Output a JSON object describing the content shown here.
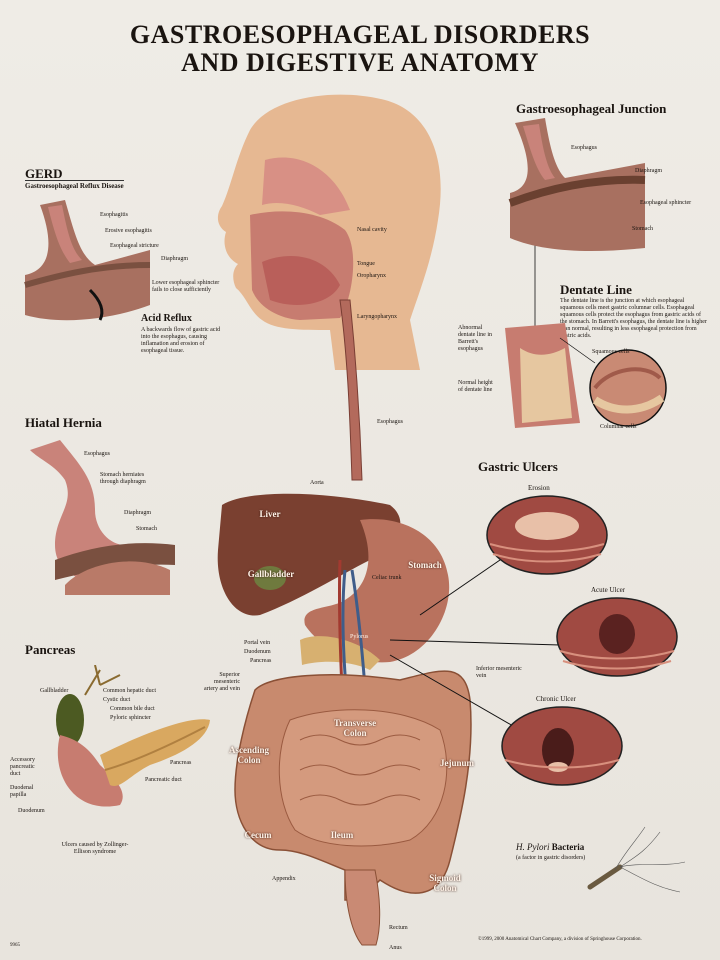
{
  "title": {
    "line1": "GASTROESOPHAGEAL DISORDERS",
    "line2": "AND DIGESTIVE ANATOMY"
  },
  "gerd": {
    "title": "GERD",
    "subtitle": "Gastroesophageal Reflux Disease",
    "labels": {
      "esophagitis": "Esophagitis",
      "erosive": "Erosive esophagitis",
      "stricture": "Esophageal stricture",
      "diaphragm": "Diaphragm",
      "sphincter": "Lower esophageal sphincter fails to close sufficiently"
    },
    "reflux_title": "Acid Reflux",
    "reflux_desc": "A backwards flow of gastric acid into the esophagus, causing inflamation and erosion of esophageal tissue."
  },
  "hernia": {
    "title": "Hiatal Hernia",
    "labels": {
      "esophagus": "Esophagus",
      "herniates": "Stomach herniates through diaphragm",
      "diaphragm": "Diaphragm",
      "stomach": "Stomach"
    }
  },
  "pancreas": {
    "title": "Pancreas",
    "labels": {
      "gallbladder": "Gallbladder",
      "common_hepatic": "Common hepatic duct",
      "cystic": "Cystic duct",
      "common_bile": "Common bile duct",
      "pyloric": "Pyloric sphincter",
      "accessory": "Accessory pancreatic duct",
      "duodenal_papilla": "Duodenal papilla",
      "duodenum": "Duodenum",
      "pancreas": "Pancreas",
      "pancreatic_duct": "Pancreatic duct",
      "ulcers": "Ulcers caused by Zollinger-Ellison syndrome"
    }
  },
  "head": {
    "labels": {
      "nasal": "Nasal cavity",
      "tongue": "Tongue",
      "oropharynx": "Oropharynx",
      "laryngopharynx": "Laryngopharynx",
      "esophagus": "Esophagus"
    }
  },
  "abdomen": {
    "labels": {
      "aorta": "Aorta",
      "liver": "Liver",
      "gallbladder": "Gallbladder",
      "stomach": "Stomach",
      "celiac": "Celiac trunk",
      "portal": "Portal vein",
      "duodenum": "Duodenum",
      "pancreas": "Pancreas",
      "sup_mes": "Superior mesenteric artery and vein",
      "pylorus": "Pylorus",
      "inf_mes": "Inferior mesenteric vein",
      "transverse": "Transverse Colon",
      "ascending": "Ascending Colon",
      "jejunum": "Jejunum",
      "cecum": "Cecum",
      "ileum": "Ileum",
      "appendix": "Appendix",
      "sigmoid": "Sigmoid Colon",
      "rectum": "Rectum",
      "anus": "Anus"
    }
  },
  "gej": {
    "title": "Gastroesophageal Junction",
    "labels": {
      "esophagus": "Esophagus",
      "diaphragm": "Diaphragm",
      "sphincter": "Esophageal sphincter",
      "stomach": "Stomach"
    }
  },
  "dentate": {
    "title": "Dentate Line",
    "desc": "The dentate line is the junction at which esophageal squamous cells meet gastric columnar cells. Esophageal squamous cells protect the esophagus from gastric acids of the stomach. In Barrett's esophagus, the dentate line is higher than normal, resulting in less esophageal protection from gastric acids.",
    "labels": {
      "abnormal": "Abnormal dentate line in Barrett's esophagus",
      "normal": "Normal height of dentate line",
      "squamous": "Squamous cells",
      "columnar": "Columnar cells"
    }
  },
  "ulcers": {
    "title": "Gastric Ulcers",
    "erosion": "Erosion",
    "acute": "Acute Ulcer",
    "chronic": "Chronic Ulcer"
  },
  "bacteria": {
    "title_italic": "H. Pylori",
    "title_rest": " Bacteria",
    "subtitle": "(a factor in gastric disorders)"
  },
  "footer": {
    "code": "9965",
    "copyright": "©1999, 2000 Anatomical Chart Company, a division of Springhouse Corporation."
  },
  "colors": {
    "tissue": "#c9837a",
    "liver": "#7a4030",
    "intestine": "#c88a6e",
    "skin": "#e8bd98",
    "ulcer": "#8a3a35"
  }
}
